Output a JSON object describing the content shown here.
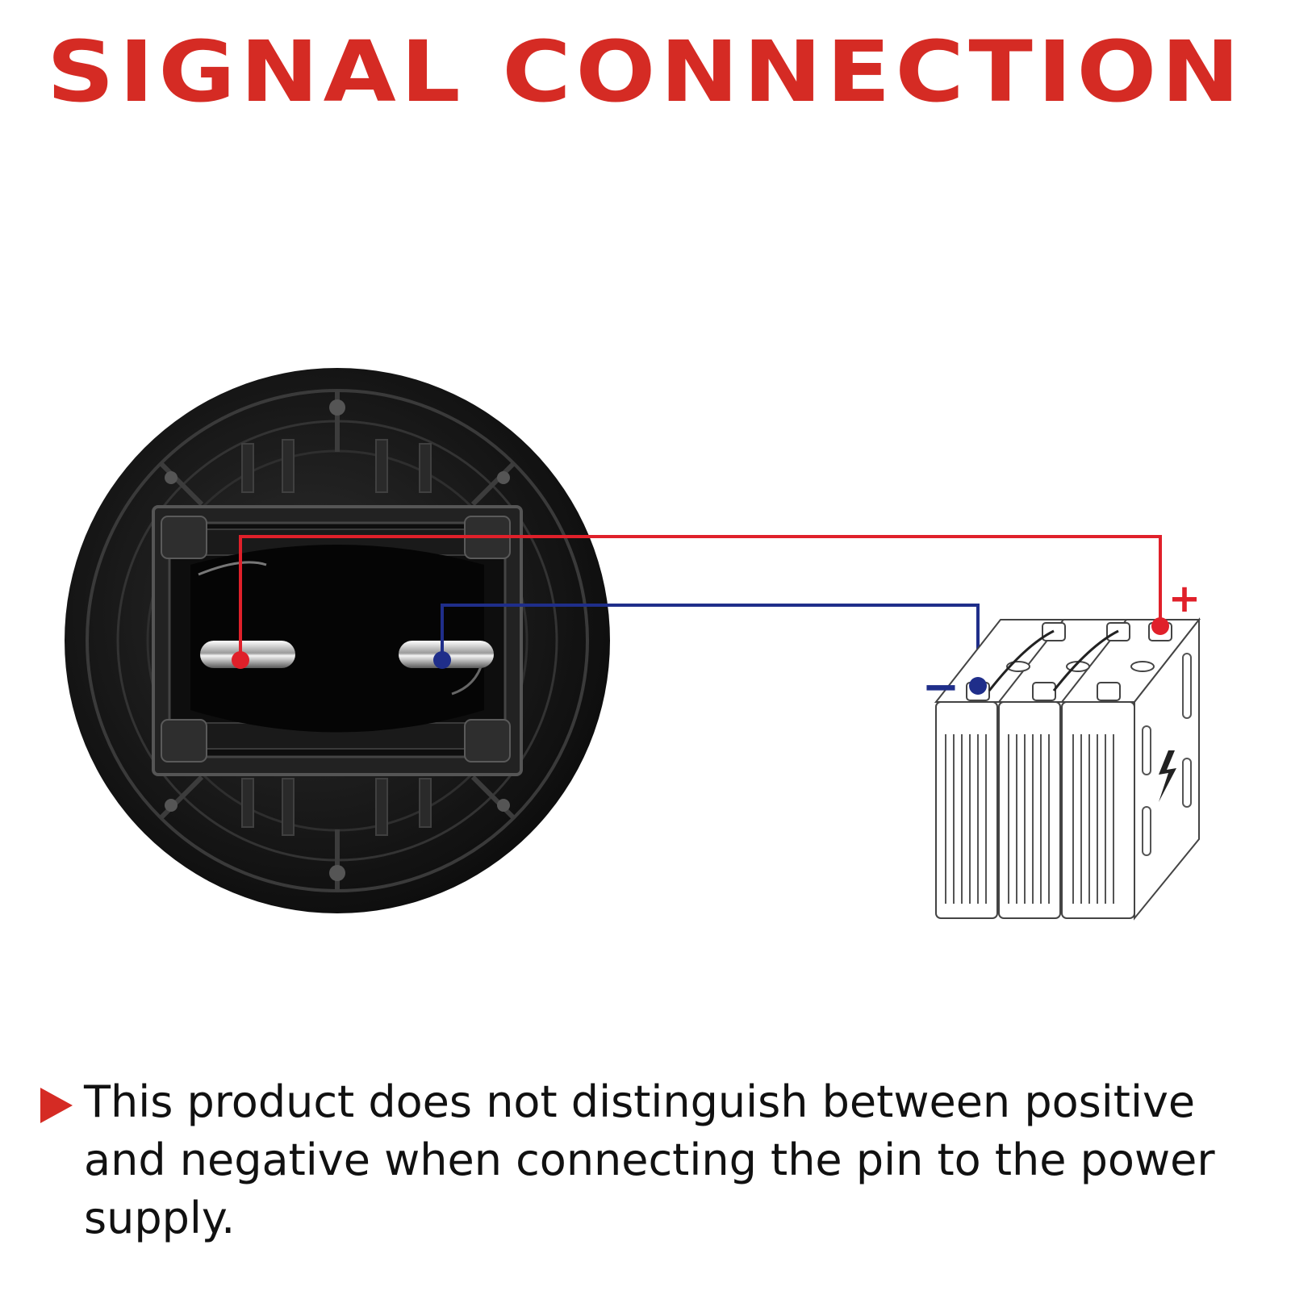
{
  "title": "SIGNAL CONNECTION",
  "note": "This product does not distinguish between positive and negative when connecting the pin to the power supply.",
  "labels": {
    "positive": "+",
    "negative": "−"
  },
  "colors": {
    "title": "#d52b24",
    "positive_wire": "#e0202a",
    "negative_wire": "#1f2e8a",
    "switch_body": "#1a1a1a",
    "battery_outline": "#444444"
  },
  "icons": [
    "switch-back-image",
    "battery-pack-icon",
    "bullet-triangle-icon",
    "lightning-bolt-icon"
  ]
}
